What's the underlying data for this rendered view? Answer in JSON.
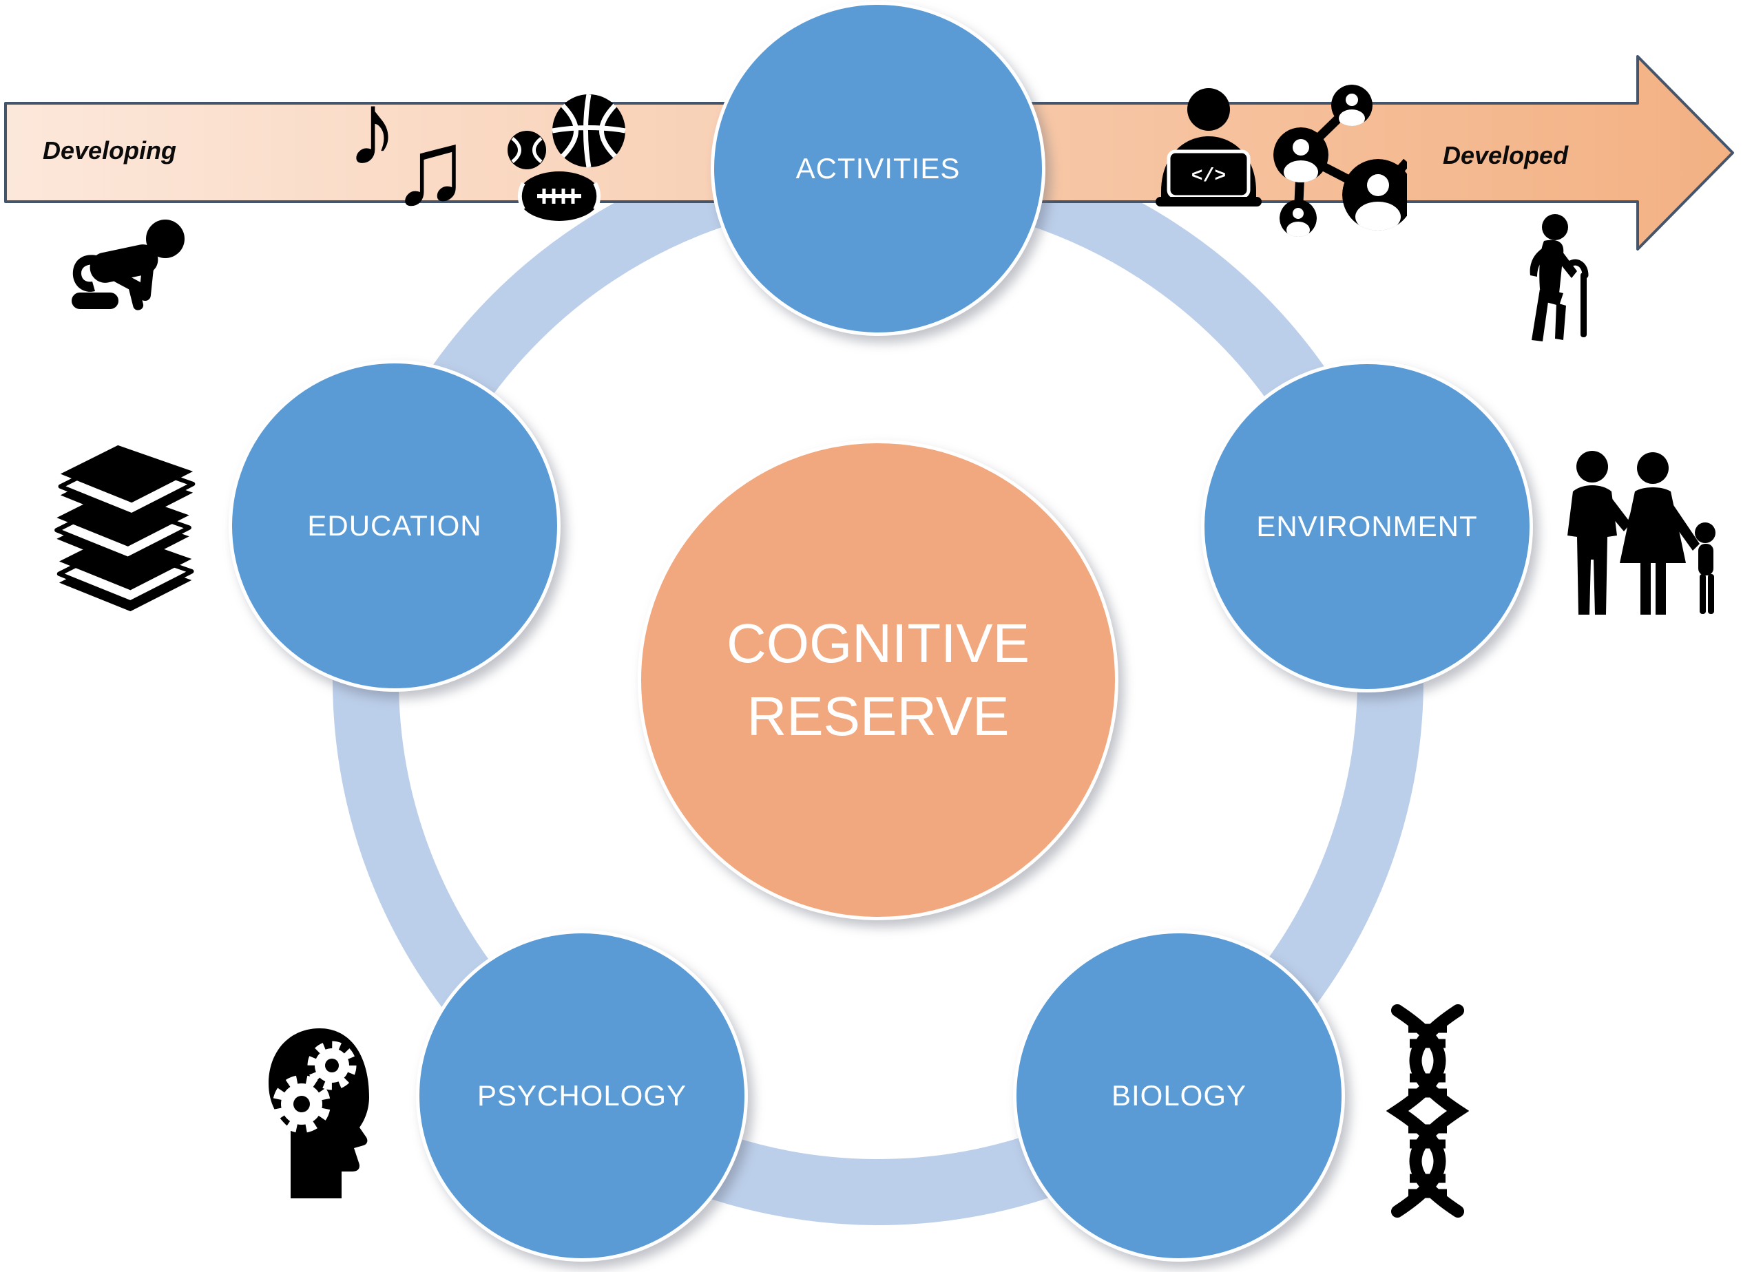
{
  "diagram": {
    "title_center": {
      "line1": "COGNITIVE",
      "line2": "RESERVE"
    },
    "nodes": [
      {
        "id": "activities",
        "label": "ACTIVITIES"
      },
      {
        "id": "education",
        "label": "EDUCATION"
      },
      {
        "id": "environment",
        "label": "ENVIRONMENT"
      },
      {
        "id": "psychology",
        "label": "PSYCHOLOGY"
      },
      {
        "id": "biology",
        "label": "BIOLOGY"
      }
    ],
    "timeline": {
      "left_label": "Developing",
      "right_label": "Developed"
    },
    "icons": {
      "music_note_single": "♪",
      "music_note_beamed": "♫",
      "code_symbol": "</>",
      "names": [
        "crawling-baby-icon",
        "music-notes-icon",
        "sports-balls-icon",
        "coder-laptop-icon",
        "people-network-icon",
        "elderly-person-cane-icon",
        "books-stack-icon",
        "family-icon",
        "head-gears-icon",
        "dna-helix-icon"
      ]
    },
    "colors": {
      "node_blue": "#5B9BD5",
      "ring_light_blue": "#BCCFEA",
      "center_orange": "#F1A87E",
      "arrow_fill_start": "#FCE8DB",
      "arrow_fill_end": "#F3B183",
      "arrow_border": "#44546A",
      "icon_black": "#000000"
    }
  }
}
